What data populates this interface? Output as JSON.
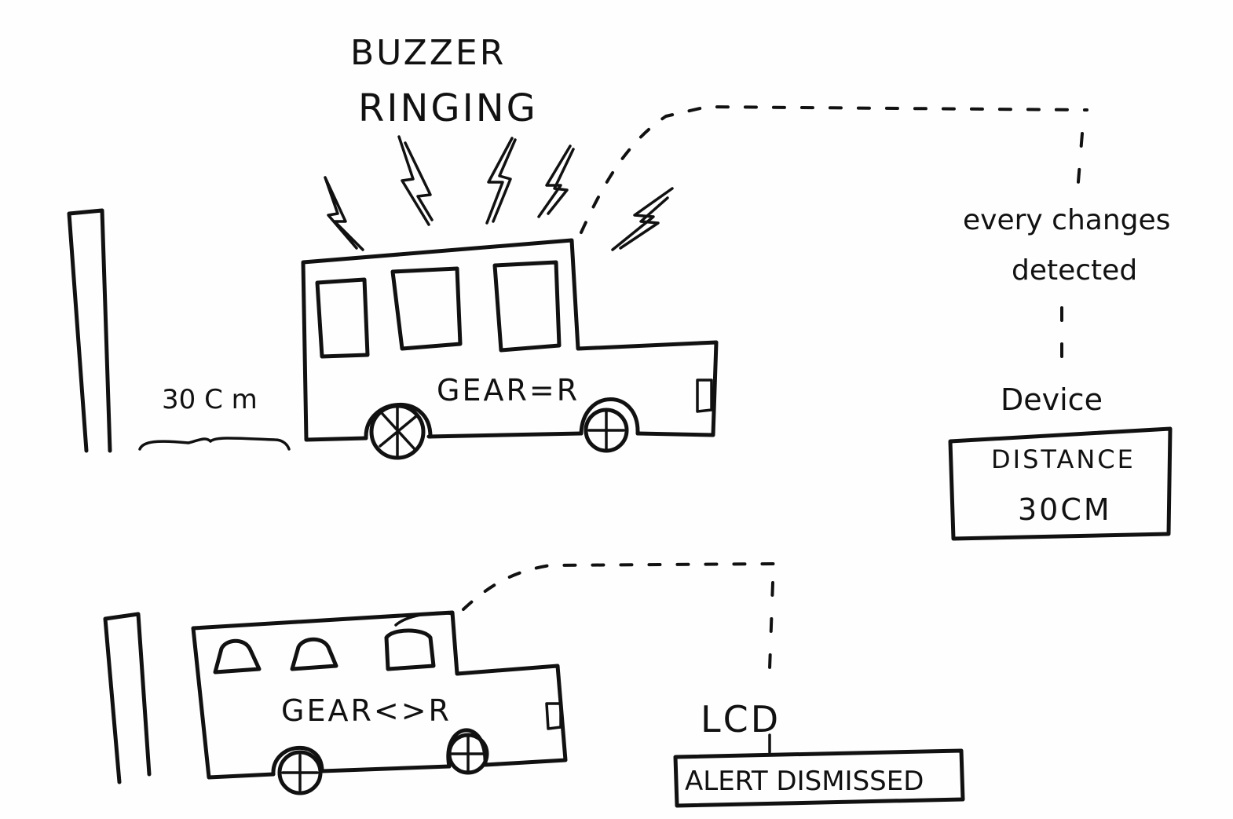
{
  "scene_top": {
    "buzzer_line1": "BUZZER",
    "buzzer_line2": "RINGING",
    "distance_label": "30 C m",
    "car_gear": "GEAR=R",
    "note_line1": "every changes",
    "note_line2": "detected",
    "device_label": "Device",
    "display_line1": "DISTANCE",
    "display_line2": "30CM"
  },
  "scene_bottom": {
    "car_gear": "GEAR<>R",
    "lcd_label": "LCD",
    "lcd_message": "ALERT DISMISSED"
  },
  "colors": {
    "ink": "#111111",
    "paper": "#fefefe"
  }
}
